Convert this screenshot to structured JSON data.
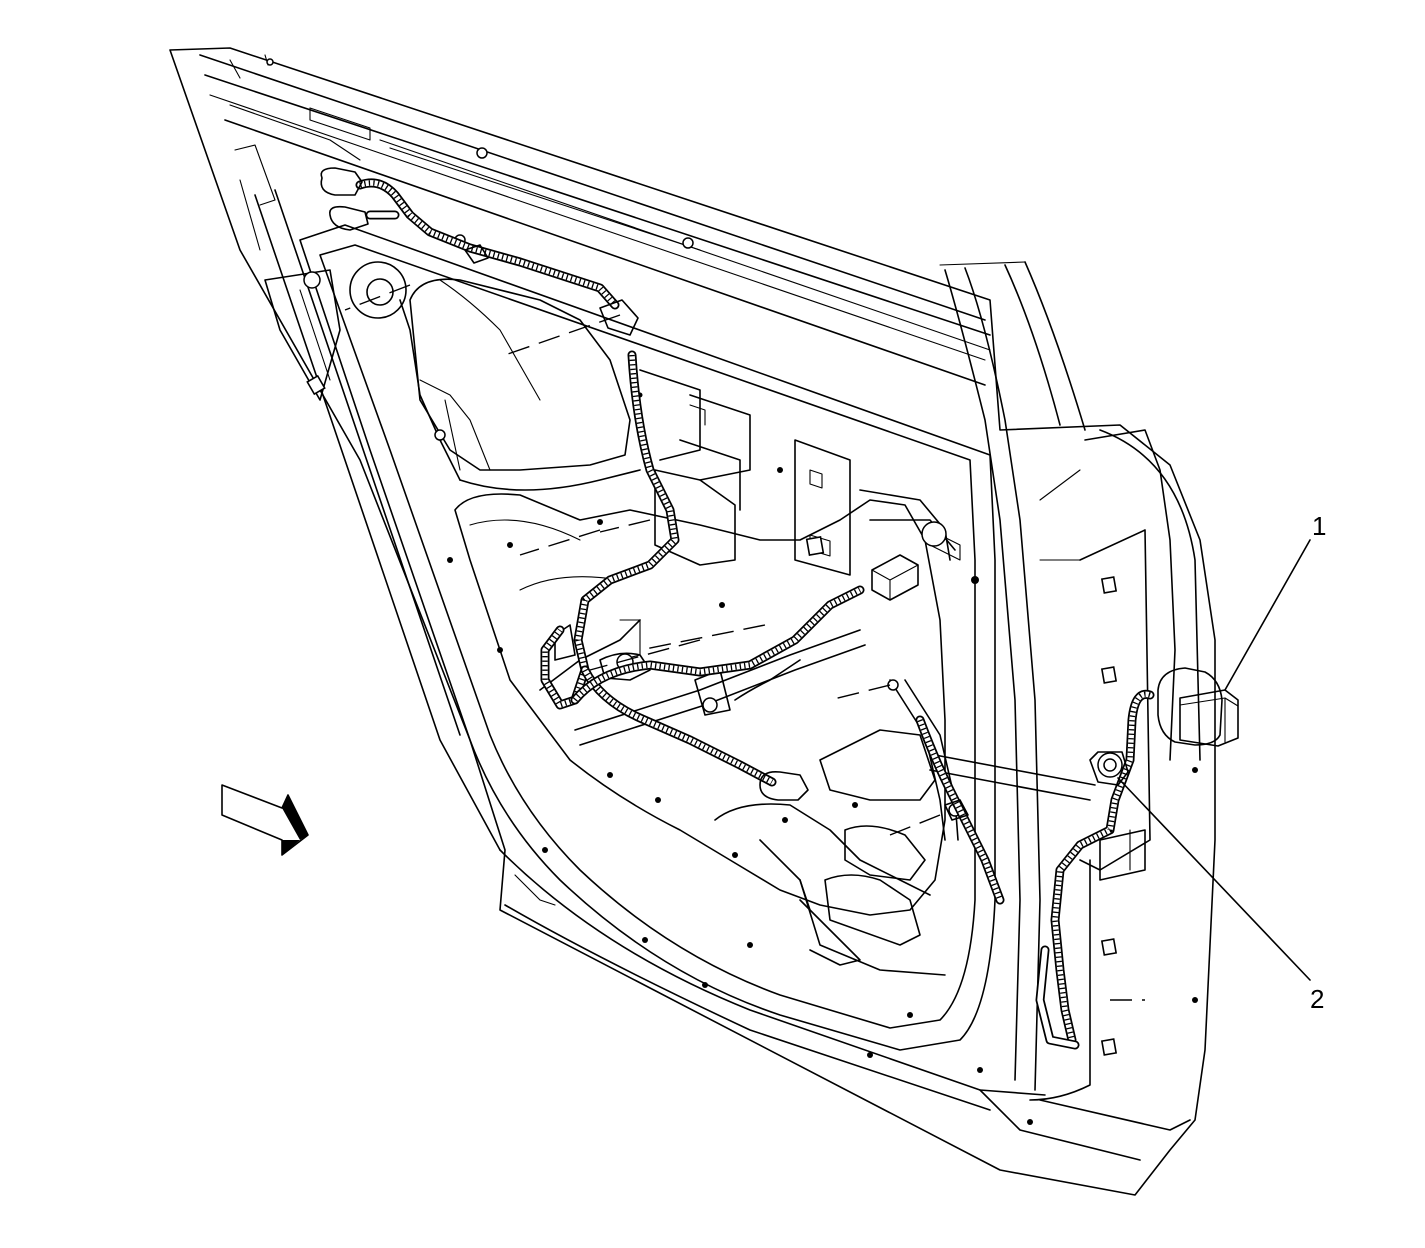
{
  "figure": {
    "callouts": [
      {
        "id": "1",
        "label": "1"
      },
      {
        "id": "2",
        "label": "2"
      }
    ]
  }
}
